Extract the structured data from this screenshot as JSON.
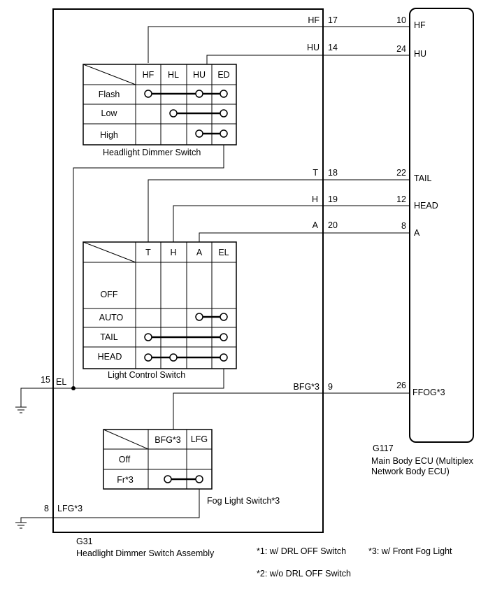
{
  "assembly": {
    "code": "G31",
    "name": "Headlight Dimmer Switch Assembly"
  },
  "ecu": {
    "code": "G117",
    "name_line1": "Main Body ECU (Multiplex",
    "name_line2": "Network Body ECU)"
  },
  "wires": [
    {
      "left_label": "HF",
      "left_pin": "17",
      "right_pin": "10",
      "right_label": "HF"
    },
    {
      "left_label": "HU",
      "left_pin": "14",
      "right_pin": "24",
      "right_label": "HU"
    },
    {
      "left_label": "T",
      "left_pin": "18",
      "right_pin": "22",
      "right_label": "TAIL"
    },
    {
      "left_label": "H",
      "left_pin": "19",
      "right_pin": "12",
      "right_label": "HEAD"
    },
    {
      "left_label": "A",
      "left_pin": "20",
      "right_pin": "8",
      "right_label": "A"
    },
    {
      "left_label": "BFG*3",
      "left_pin": "9",
      "right_pin": "26",
      "right_label": "FFOG*3"
    }
  ],
  "grounds": [
    {
      "pin": "15",
      "label": "EL"
    },
    {
      "pin": "8",
      "label": "LFG*3"
    }
  ],
  "dimmer_switch": {
    "title": "Headlight Dimmer Switch",
    "columns": [
      "HF",
      "HL",
      "HU",
      "ED"
    ],
    "rows": [
      {
        "label": "Flash",
        "connect": [
          "HF",
          "HU",
          "ED"
        ]
      },
      {
        "label": "Low",
        "connect": [
          "HL",
          "ED"
        ]
      },
      {
        "label": "High",
        "connect": [
          "HU",
          "ED"
        ]
      }
    ]
  },
  "light_control_switch": {
    "title": "Light Control Switch",
    "columns": [
      "T",
      "H",
      "A",
      "EL"
    ],
    "rows": [
      {
        "label": "OFF",
        "connect": []
      },
      {
        "label": "AUTO",
        "connect": [
          "A",
          "EL"
        ]
      },
      {
        "label": "TAIL",
        "connect": [
          "T",
          "EL"
        ]
      },
      {
        "label": "HEAD",
        "connect": [
          "T",
          "H",
          "EL"
        ]
      }
    ]
  },
  "fog_switch": {
    "title": "Fog Light Switch*3",
    "columns": [
      "BFG*3",
      "LFG"
    ],
    "rows": [
      {
        "label": "Off",
        "connect": []
      },
      {
        "label": "Fr*3",
        "connect": [
          "BFG*3",
          "LFG"
        ]
      }
    ]
  },
  "notes": {
    "note1": "*1: w/ DRL OFF Switch",
    "note2": "*2: w/o DRL OFF Switch",
    "note3": "*3: w/ Front Fog Light"
  }
}
